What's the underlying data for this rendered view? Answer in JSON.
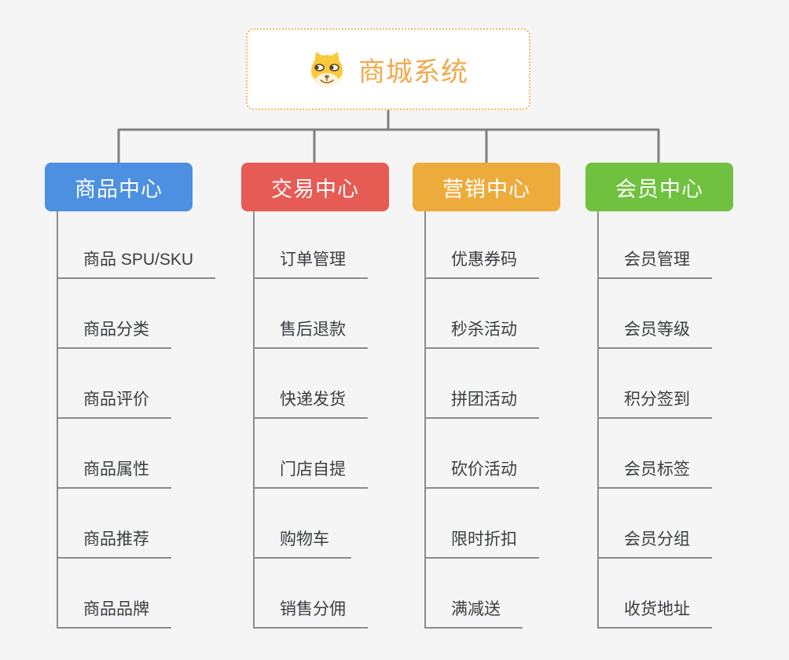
{
  "root": {
    "title": "商城系统",
    "icon": "doge-icon"
  },
  "colors": {
    "connector": "#808080",
    "spine": "#8c8c8c",
    "root_border": "#f3ba63",
    "root_title": "#f0aa4b",
    "leaf_text": "#3a3d42",
    "background": "#f5f5f5"
  },
  "branches": [
    {
      "label": "商品中心",
      "color": "#4d90e2",
      "items": [
        "商品 SPU/SKU",
        "商品分类",
        "商品评价",
        "商品属性",
        "商品推荐",
        "商品品牌"
      ]
    },
    {
      "label": "交易中心",
      "color": "#e75b55",
      "items": [
        "订单管理",
        "售后退款",
        "快递发货",
        "门店自提",
        "购物车",
        "销售分佣"
      ]
    },
    {
      "label": "营销中心",
      "color": "#edab3b",
      "items": [
        "优惠券码",
        "秒杀活动",
        "拼团活动",
        "砍价活动",
        "限时折扣",
        "满减送"
      ]
    },
    {
      "label": "会员中心",
      "color": "#6fc13f",
      "items": [
        "会员管理",
        "会员等级",
        "积分签到",
        "会员标签",
        "会员分组",
        "收货地址"
      ]
    }
  ]
}
